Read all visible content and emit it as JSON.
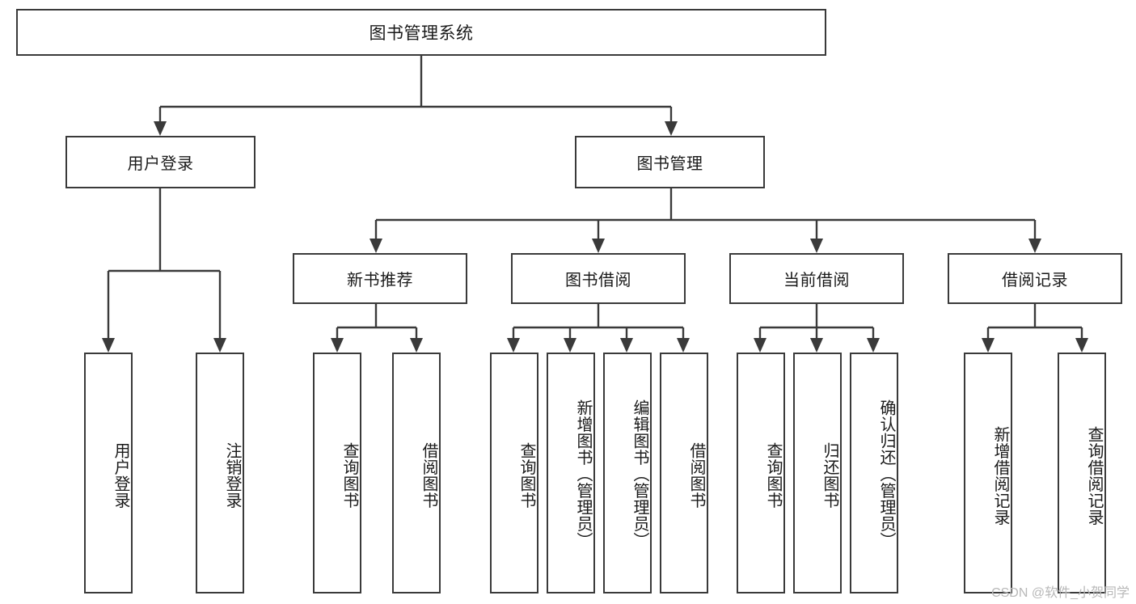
{
  "diagram": {
    "title": "图书管理系统",
    "type": "tree",
    "root": {
      "label": "图书管理系统"
    },
    "level2": [
      {
        "id": "user-login",
        "label": "用户登录"
      },
      {
        "id": "book-manage",
        "label": "图书管理"
      }
    ],
    "level3": [
      {
        "id": "new-book-recommend",
        "label": "新书推荐",
        "parent": "book-manage"
      },
      {
        "id": "book-borrow",
        "label": "图书借阅",
        "parent": "book-manage"
      },
      {
        "id": "current-borrow",
        "label": "当前借阅",
        "parent": "book-manage"
      },
      {
        "id": "borrow-record",
        "label": "借阅记录",
        "parent": "book-manage"
      }
    ],
    "leaves": {
      "user-login": [
        {
          "id": "leaf-user-login",
          "label": "用户登录"
        },
        {
          "id": "leaf-user-logout",
          "label": "注销登录"
        }
      ],
      "new-book-recommend": [
        {
          "id": "leaf-query-book-1",
          "label": "查询图书"
        },
        {
          "id": "leaf-borrow-book-1",
          "label": "借阅图书"
        }
      ],
      "book-borrow": [
        {
          "id": "leaf-query-book-2",
          "label": "查询图书"
        },
        {
          "id": "leaf-add-book",
          "label": "新增图书（管理员）"
        },
        {
          "id": "leaf-edit-book",
          "label": "编辑图书（管理员）"
        },
        {
          "id": "leaf-borrow-book-2",
          "label": "借阅图书"
        }
      ],
      "current-borrow": [
        {
          "id": "leaf-query-book-3",
          "label": "查询图书"
        },
        {
          "id": "leaf-return-book",
          "label": "归还图书"
        },
        {
          "id": "leaf-confirm-return",
          "label": "确认归还（管理员）"
        }
      ],
      "borrow-record": [
        {
          "id": "leaf-add-record",
          "label": "新增借阅记录"
        },
        {
          "id": "leaf-query-record",
          "label": "查询借阅记录"
        }
      ]
    }
  },
  "watermark": {
    "text": "CSDN @软件_小贺同学"
  },
  "colors": {
    "stroke": "#3a3a3a",
    "text": "#1a1a1a",
    "background": "#ffffff",
    "watermark": "#b8b8b8"
  }
}
